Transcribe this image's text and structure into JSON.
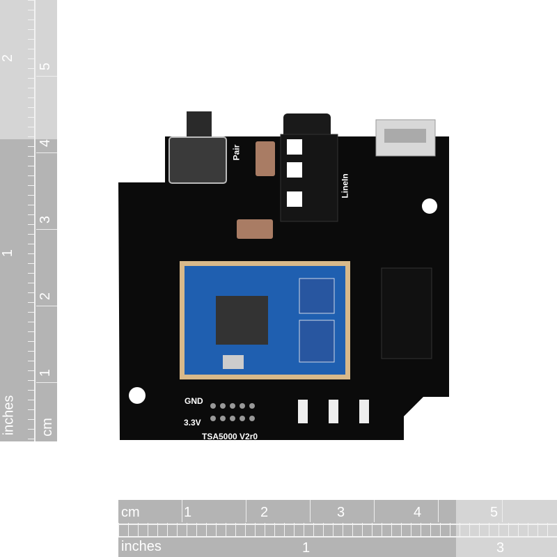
{
  "left_ruler": {
    "inches_label": "inches",
    "inch_marks": [
      "1",
      "2"
    ],
    "cm_label": "cm",
    "cm_marks": [
      "1",
      "2",
      "3",
      "4",
      "5"
    ]
  },
  "bottom_ruler": {
    "cm_label": "cm",
    "cm_marks": [
      "1",
      "2",
      "3",
      "4",
      "5"
    ],
    "inches_label": "inches",
    "inch_marks": [
      "1",
      "3"
    ]
  },
  "board": {
    "model": "TSA5000 V2r0",
    "gnd_label": "GND",
    "v33_label": "3.3V",
    "pair_label": "Pair",
    "linein_label": "LineIn",
    "colors": {
      "pcb": "#0b0b0b",
      "module": "#1f5fb0",
      "silk": "#ffffff"
    }
  }
}
